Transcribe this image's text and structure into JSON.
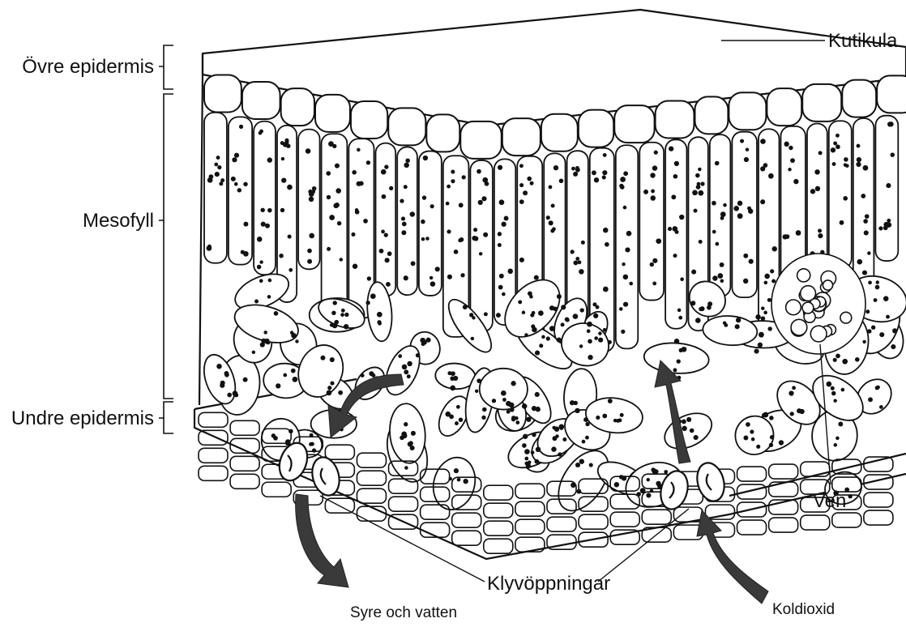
{
  "labels": {
    "upper_epidermis": "Övre epidermis",
    "mesophyll": "Mesofyll",
    "lower_epidermis": "Undre epidermis",
    "cuticle": "Kutikula",
    "vein": "Ven",
    "stomata": "Klyvöppningar",
    "oxygen_water": "Syre och vatten",
    "carbon_dioxide": "Koldioxid"
  },
  "colors": {
    "ink": "#111111",
    "arrow": "#3a3a3a",
    "background": "#ffffff"
  }
}
